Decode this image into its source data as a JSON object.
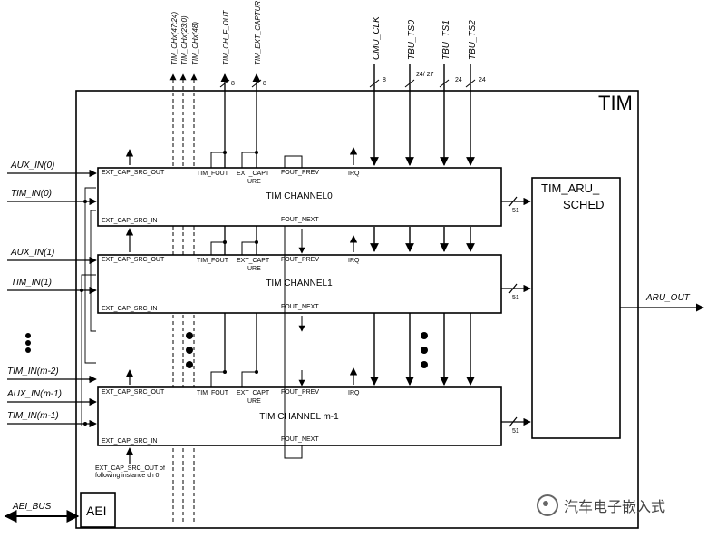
{
  "module": {
    "title": "TIM",
    "aei": "AEI",
    "sched": [
      "TIM_ARU_",
      "SCHED"
    ]
  },
  "top_signals": [
    "TIM_CHx(47:24)",
    "TIM_CHx(23:0)",
    "TIM_CHx(48)",
    "TIM_CH_F_OUT",
    "TIM_EXT_CAPTUR",
    "CMU_CLK",
    "TBU_TS0",
    "TBU_TS1",
    "TBU_TS2"
  ],
  "bus_widths": {
    "f_out": "8",
    "ext_capture": "8",
    "cmu_clk": "8",
    "ts0": "24/ 27",
    "ts1": "24",
    "ts2": "24",
    "aru": "51"
  },
  "left_inputs": {
    "aux0": "AUX_IN(0)",
    "tim0": "TIM_IN(0)",
    "aux1": "AUX_IN(1)",
    "tim1": "TIM_IN(1)",
    "timm2": "TIM_IN(m-2)",
    "auxm1": "AUX_IN(m-1)",
    "timm1": "TIM_IN(m-1)"
  },
  "channel_ports": {
    "ext_cap_src_out": "EXT_CAP_SRC_OUT",
    "ext_cap_src_in": "EXT_CAP_SRC_IN",
    "tim_fout": "TIM_FOUT",
    "ext_capt": [
      "EXT_CAPT",
      "URE"
    ],
    "fout_prev": "FOUT_PREV",
    "fout_next": "FOUT_NEXT",
    "irq": "IRQ"
  },
  "channels": [
    {
      "name": "TIM CHANNEL0"
    },
    {
      "name": "TIM CHANNEL1"
    },
    {
      "name": "TIM CHANNEL m-1"
    }
  ],
  "bottom_note": [
    "EXT_CAP_SRC_OUT of",
    "following instance ch 0"
  ],
  "outputs": {
    "aru_out": "ARU_OUT",
    "aei_bus": "AEI_BUS"
  },
  "watermark": "汽车电子嵌入式"
}
